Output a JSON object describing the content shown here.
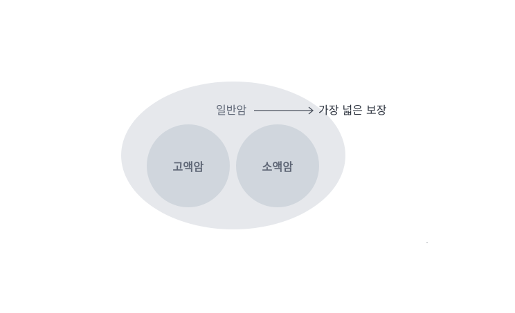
{
  "diagram": {
    "outer": {
      "label": "일반암"
    },
    "inner": [
      {
        "label": "고액암"
      },
      {
        "label": "소액암"
      }
    ],
    "annotation": {
      "text": "가장 넓은 보장"
    }
  },
  "colors": {
    "background": "#ffffff",
    "outer_fill": "#e6e8ec",
    "inner_fill": "#d0d6dd",
    "label_text": "#5f6776",
    "annotation_text": "#2f3540",
    "arrow": "#4a505c"
  }
}
